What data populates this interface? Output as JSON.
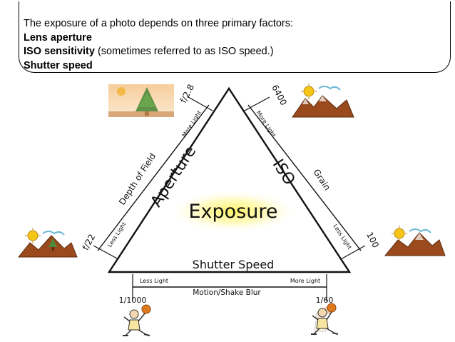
{
  "intro": {
    "heading": "The exposure of a photo depends on three primary factors:",
    "factor1": "Lens aperture",
    "factor2_bold": "ISO sensitivity",
    "factor2_note": " (sometimes referred to as ISO speed.)",
    "factor3": "Shutter speed"
  },
  "diagram": {
    "center": "Exposure",
    "left_side": {
      "title": "Aperture",
      "effect": "Depth of Field",
      "more": "More Light",
      "less": "Less Light",
      "top_value": "f/2.8",
      "bottom_value": "f/22"
    },
    "right_side": {
      "title": "ISO",
      "effect": "Grain",
      "more": "More Light",
      "less": "Less Light",
      "top_value": "6400",
      "bottom_value": "100"
    },
    "bottom_side": {
      "title": "Shutter Speed",
      "effect": "Motion/Shake Blur",
      "less": "Less Light",
      "more": "More Light",
      "left_value": "1/1000",
      "right_value": "1/60"
    }
  }
}
